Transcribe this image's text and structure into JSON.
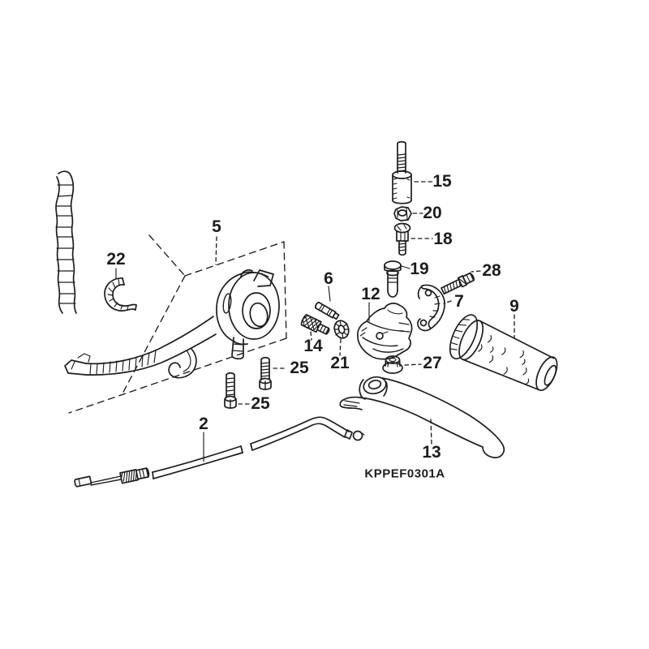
{
  "diagram": {
    "code": "KPPEF0301A",
    "colors": {
      "background": "#ffffff",
      "line": "#1d1d1d"
    },
    "callouts": [
      {
        "id": "2",
        "text": "2"
      },
      {
        "id": "5",
        "text": "5"
      },
      {
        "id": "6",
        "text": "6"
      },
      {
        "id": "7",
        "text": "7"
      },
      {
        "id": "9",
        "text": "9"
      },
      {
        "id": "12",
        "text": "12"
      },
      {
        "id": "13",
        "text": "13"
      },
      {
        "id": "14",
        "text": "14"
      },
      {
        "id": "15",
        "text": "15"
      },
      {
        "id": "18",
        "text": "18"
      },
      {
        "id": "19",
        "text": "19"
      },
      {
        "id": "20",
        "text": "20"
      },
      {
        "id": "21",
        "text": "21"
      },
      {
        "id": "22",
        "text": "22"
      },
      {
        "id": "25a",
        "text": "25"
      },
      {
        "id": "25b",
        "text": "25"
      },
      {
        "id": "27",
        "text": "27"
      },
      {
        "id": "28",
        "text": "28"
      }
    ]
  }
}
